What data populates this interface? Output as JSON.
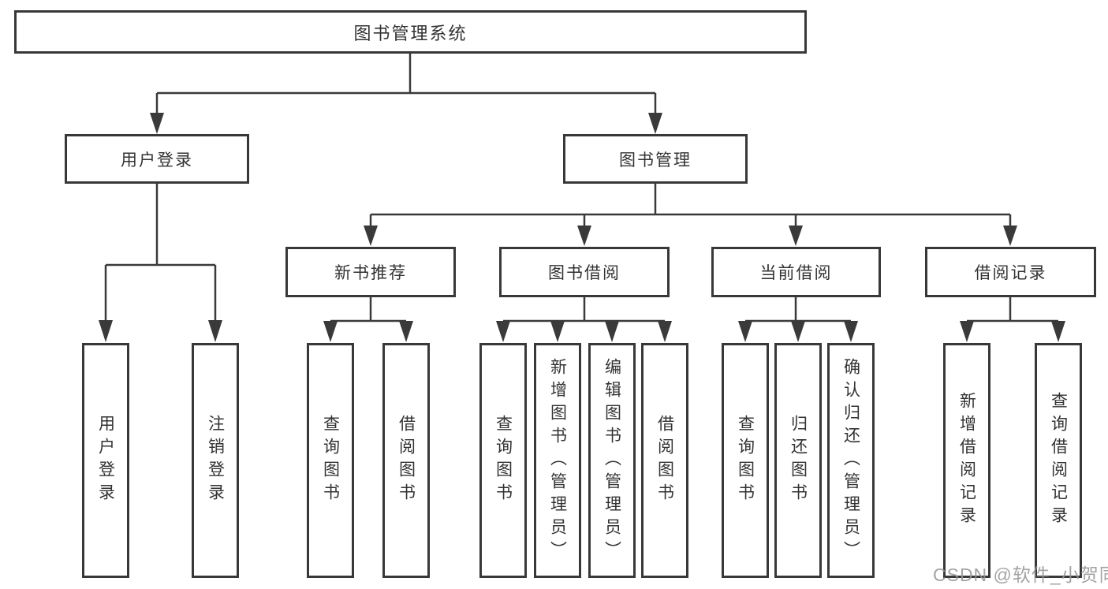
{
  "tree": {
    "root": {
      "label": "图书管理系统"
    },
    "branches": [
      {
        "label": "用户登录",
        "children": [
          {
            "label": "用户登录"
          },
          {
            "label": "注销登录"
          }
        ]
      },
      {
        "label": "图书管理",
        "children": [
          {
            "label": "新书推荐",
            "children": [
              {
                "label": "查询图书"
              },
              {
                "label": "借阅图书"
              }
            ]
          },
          {
            "label": "图书借阅",
            "children": [
              {
                "label": "查询图书"
              },
              {
                "label": "新增图书（管理员）"
              },
              {
                "label": "编辑图书（管理员）"
              },
              {
                "label": "借阅图书"
              }
            ]
          },
          {
            "label": "当前借阅",
            "children": [
              {
                "label": "查询图书"
              },
              {
                "label": "归还图书"
              },
              {
                "label": "确认归还（管理员）"
              }
            ]
          },
          {
            "label": "借阅记录",
            "children": [
              {
                "label": "新增借阅记录"
              },
              {
                "label": "查询借阅记录"
              }
            ]
          }
        ]
      }
    ]
  },
  "watermark": {
    "text": "CSDN @软件_小贺同学"
  },
  "colors": {
    "line": "#3a3a3a",
    "box_border": "#383838",
    "text": "#333333",
    "watermark": "#969696",
    "background": "#ffffff"
  }
}
